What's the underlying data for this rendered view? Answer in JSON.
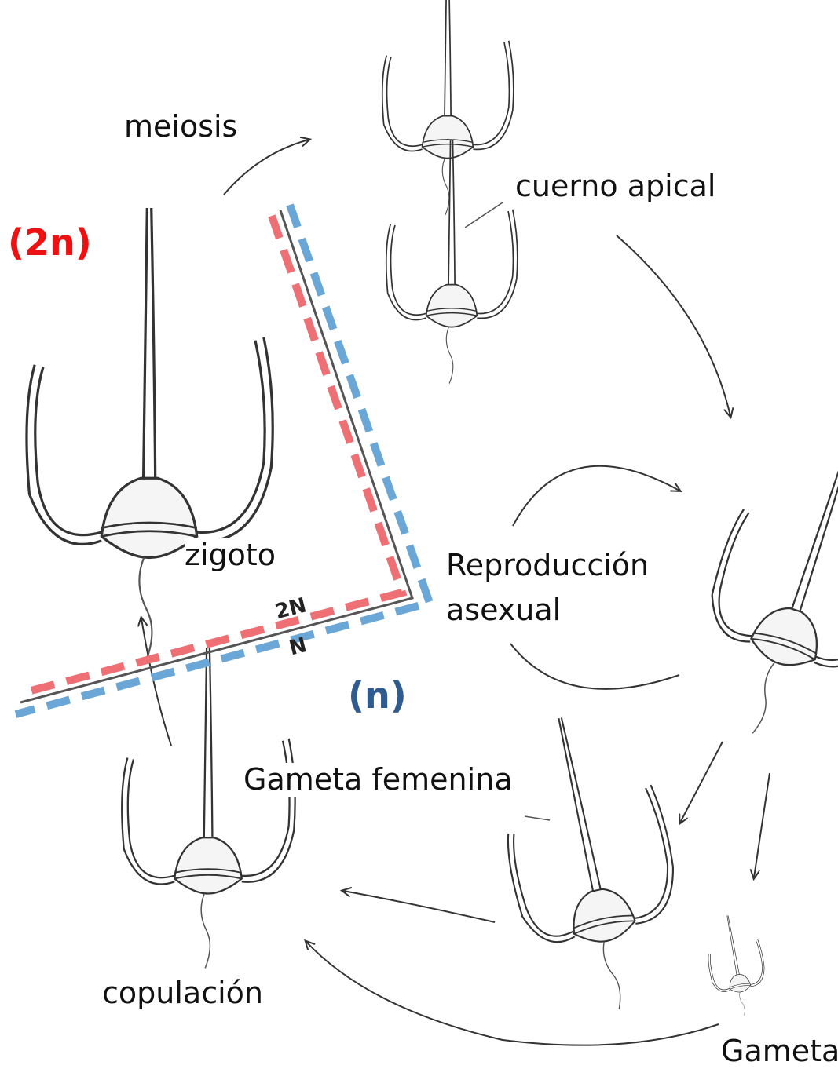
{
  "labels": {
    "meiosis": "meiosis",
    "cuerno_apical": "cuerno apical",
    "diploid": "(2n)",
    "haploid": "(n)",
    "zigoto": "zigoto",
    "reproduccion_line1": "Reproducción",
    "reproduccion_line2": "asexual",
    "gameta_femenina": "Gameta femenina",
    "copulacion": "copulación",
    "gameta": "Gameta",
    "boundary_2n": "2N",
    "boundary_n": "N"
  },
  "colors": {
    "diploid": "#ee1111",
    "haploid": "#2f5b8f",
    "red_dash": "#ee6f74",
    "blue_dash": "#6aa6d6",
    "ink": "#333333"
  },
  "icons": {
    "cell": "dinoflagellate-ceratium-sketch",
    "arrow": "curved-arrow"
  }
}
